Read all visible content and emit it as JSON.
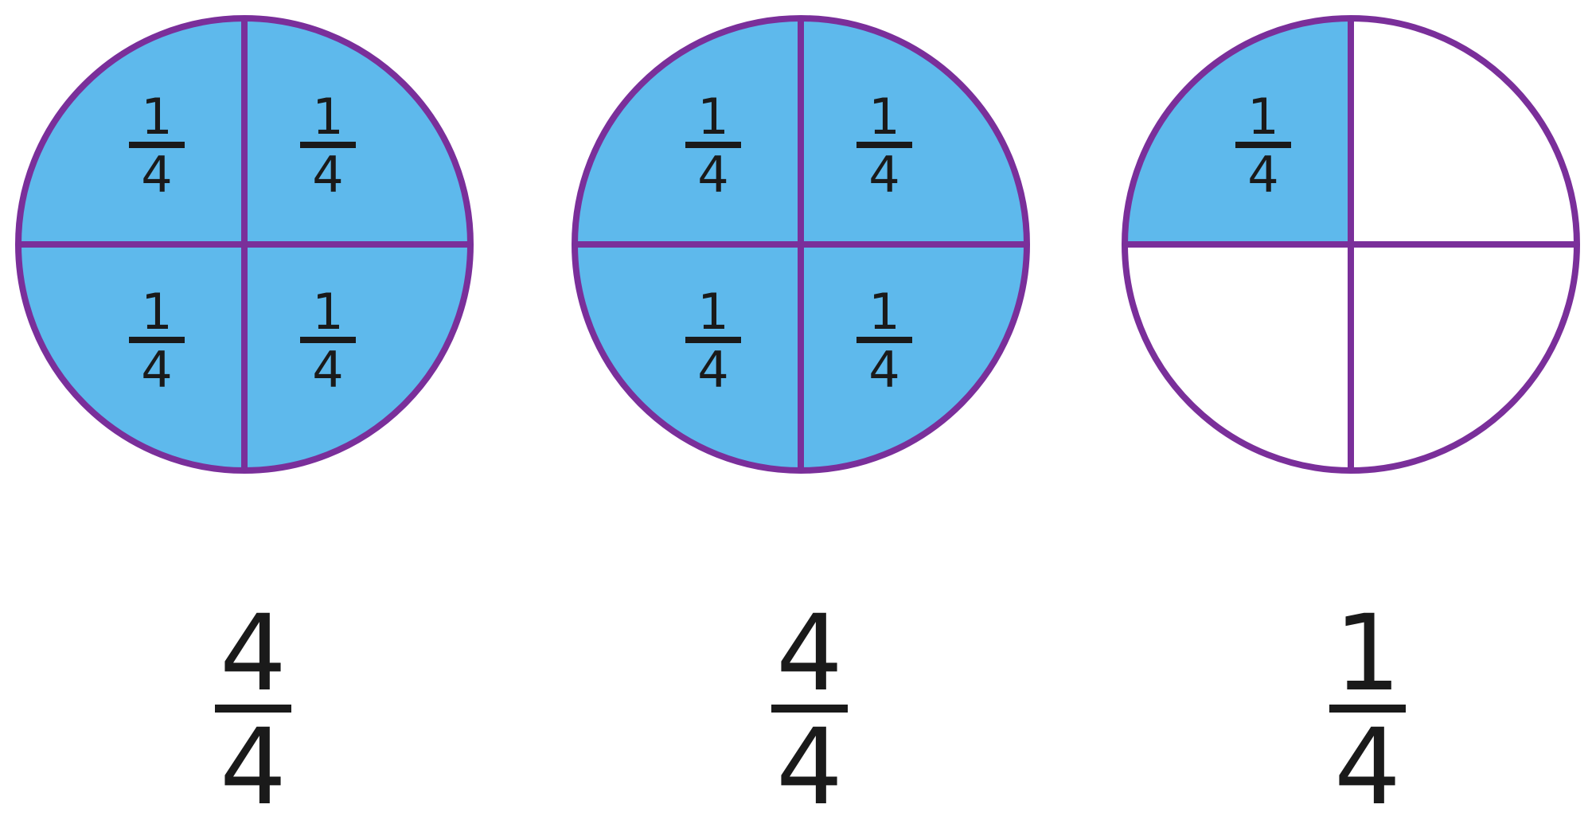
{
  "colors": {
    "outline": "#7a2f9a",
    "shaded": "#5eb9ec",
    "unshaded": "#ffffff",
    "text": "#1a1a1a"
  },
  "circles": [
    {
      "name": "circle-1",
      "quarters": [
        {
          "position": "top-left",
          "shaded": true,
          "label": {
            "num": "1",
            "den": "4"
          }
        },
        {
          "position": "top-right",
          "shaded": true,
          "label": {
            "num": "1",
            "den": "4"
          }
        },
        {
          "position": "bottom-left",
          "shaded": true,
          "label": {
            "num": "1",
            "den": "4"
          }
        },
        {
          "position": "bottom-right",
          "shaded": true,
          "label": {
            "num": "1",
            "den": "4"
          }
        }
      ],
      "caption": {
        "num": "4",
        "den": "4"
      }
    },
    {
      "name": "circle-2",
      "quarters": [
        {
          "position": "top-left",
          "shaded": true,
          "label": {
            "num": "1",
            "den": "4"
          }
        },
        {
          "position": "top-right",
          "shaded": true,
          "label": {
            "num": "1",
            "den": "4"
          }
        },
        {
          "position": "bottom-left",
          "shaded": true,
          "label": {
            "num": "1",
            "den": "4"
          }
        },
        {
          "position": "bottom-right",
          "shaded": true,
          "label": {
            "num": "1",
            "den": "4"
          }
        }
      ],
      "caption": {
        "num": "4",
        "den": "4"
      }
    },
    {
      "name": "circle-3",
      "quarters": [
        {
          "position": "top-left",
          "shaded": true,
          "label": {
            "num": "1",
            "den": "4"
          }
        },
        {
          "position": "top-right",
          "shaded": false,
          "label": null
        },
        {
          "position": "bottom-left",
          "shaded": false,
          "label": null
        },
        {
          "position": "bottom-right",
          "shaded": false,
          "label": null
        }
      ],
      "caption": {
        "num": "1",
        "den": "4"
      }
    }
  ]
}
